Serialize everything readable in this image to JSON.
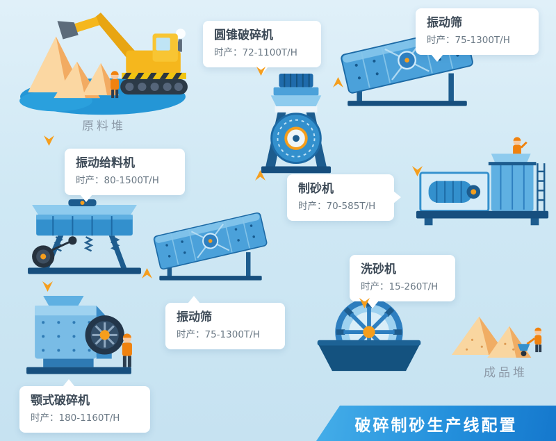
{
  "banner": {
    "text": "破碎制砂生产线配置"
  },
  "scenes": {
    "raw_pile_label": "原料堆",
    "product_pile_label": "成品堆"
  },
  "equipment": [
    {
      "id": "vibrating-feeder",
      "title": "振动给料机",
      "capacity": "时产：80-1500T/H"
    },
    {
      "id": "jaw-crusher",
      "title": "颚式破碎机",
      "capacity": "时产：180-1160T/H"
    },
    {
      "id": "vibrating-screen-1",
      "title": "振动筛",
      "capacity": "时产：75-1300T/H"
    },
    {
      "id": "cone-crusher",
      "title": "圆锥破碎机",
      "capacity": "时产：72-1100T/H"
    },
    {
      "id": "vibrating-screen-2",
      "title": "振动筛",
      "capacity": "时产：75-1300T/H"
    },
    {
      "id": "sand-maker",
      "title": "制砂机",
      "capacity": "时产：70-585T/H"
    },
    {
      "id": "sand-washer",
      "title": "洗砂机",
      "capacity": "时产：15-260T/H"
    }
  ],
  "colors": {
    "background_top": "#e0f0f9",
    "background_bottom": "#c6e2f1",
    "accent_orange": "#f59e1d",
    "machine_blue": "#3390cd",
    "machine_navy": "#174f7e",
    "banner_gradient_start": "#45aee9",
    "banner_gradient_end": "#1578cd",
    "label_title_color": "#3d4a57",
    "label_capacity_color": "#6b7985",
    "scene_label_color": "#8d9aa8",
    "sand_light": "#f9d6a0",
    "sand_dark": "#f0ad64"
  }
}
